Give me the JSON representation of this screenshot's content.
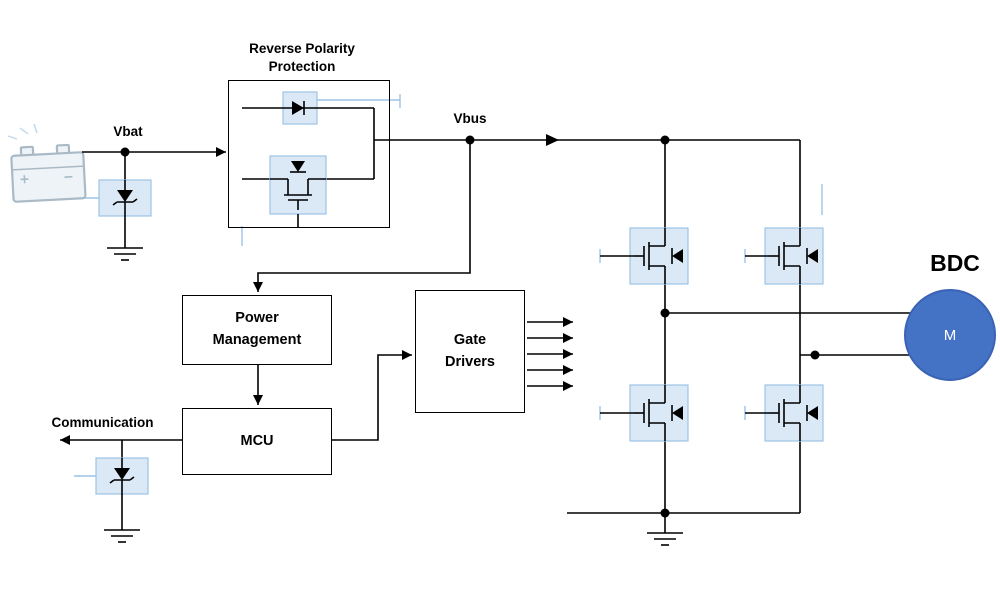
{
  "labels": {
    "vbat": "Vbat",
    "vbus": "Vbus",
    "communication": "Communication",
    "bdc": "BDC",
    "motor": "M"
  },
  "blocks": {
    "reverse_polarity_protection": "Reverse Polarity\nProtection",
    "power_management": "Power\nManagement",
    "mcu": "MCU",
    "gate_drivers": "Gate\nDrivers"
  },
  "icons": {
    "battery": "battery-icon",
    "tvs_diode": "tvs-diode-icon",
    "mosfet": "mosfet-icon",
    "diode": "diode-icon",
    "ground": "ground-icon",
    "motor": "motor-icon",
    "node": "junction-dot",
    "arrow": "arrowhead-icon"
  },
  "colors": {
    "wire": "#000000",
    "component_fill": "#dbe9f7",
    "component_stroke": "#9cc3e5",
    "accent_blue": "#9cc3e5",
    "motor_fill": "#4472c4",
    "text": "#000000",
    "background": "#ffffff"
  }
}
